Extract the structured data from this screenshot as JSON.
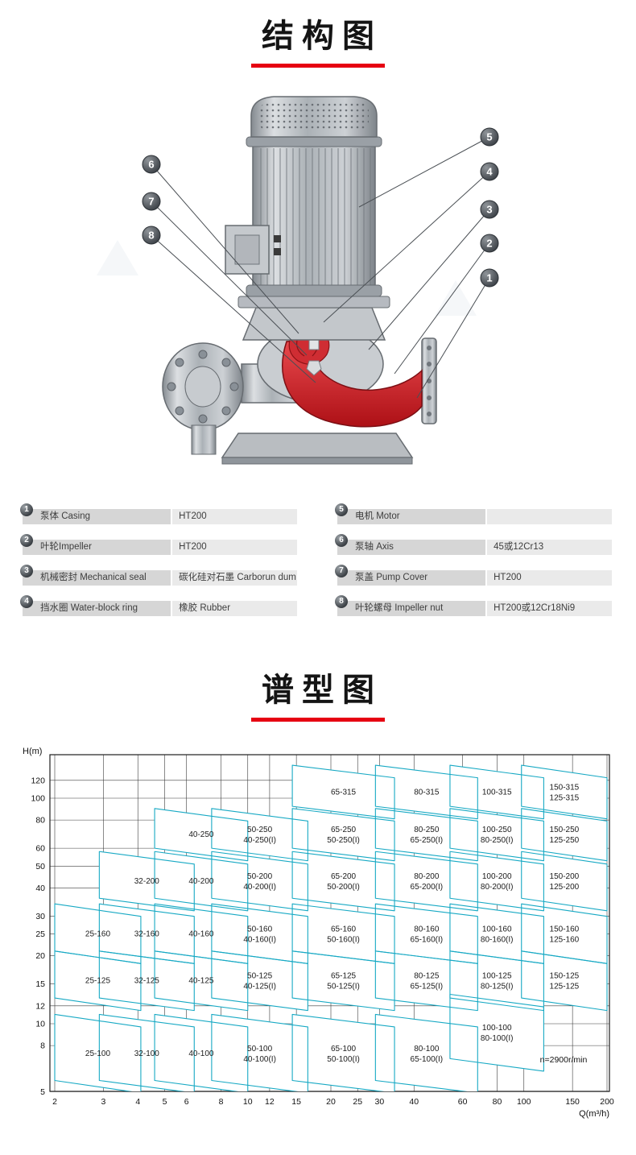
{
  "section1": {
    "title": "结构图"
  },
  "section2": {
    "title": "谱型图"
  },
  "accent_color": "#e60012",
  "diagram": {
    "description": "vertical-inline-pump-cutaway",
    "callouts": [
      "1",
      "2",
      "3",
      "4",
      "5",
      "6",
      "7",
      "8"
    ]
  },
  "parts_table": {
    "left": [
      {
        "no": "1",
        "name": "泵体 Casing",
        "material": "HT200"
      },
      {
        "no": "2",
        "name": "叶轮Impeller",
        "material": "HT200"
      },
      {
        "no": "3",
        "name": "机械密封 Mechanical seal",
        "material": "碳化硅对石墨 Carborun dum"
      },
      {
        "no": "4",
        "name": "挡水圈 Water-block ring",
        "material": "橡胶 Rubber"
      }
    ],
    "right": [
      {
        "no": "5",
        "name": "电机 Motor",
        "material": ""
      },
      {
        "no": "6",
        "name": "泵轴 Axis",
        "material": "45或12Cr13"
      },
      {
        "no": "7",
        "name": "泵盖 Pump Cover",
        "material": "HT200"
      },
      {
        "no": "8",
        "name": "叶轮螺母 Impeller nut",
        "material": "HT200或12Cr18Ni9"
      }
    ]
  },
  "chart_data": {
    "type": "area",
    "title": "谱型图",
    "xlabel": "Q(m³/h)",
    "ylabel": "H(m)",
    "x_scale": "log",
    "y_scale": "log",
    "xlim": [
      1.9,
      205
    ],
    "ylim": [
      5,
      150
    ],
    "x_ticks": [
      2,
      3,
      4,
      5,
      6,
      8,
      10,
      12,
      15,
      20,
      25,
      30,
      40,
      60,
      80,
      100,
      150,
      200
    ],
    "y_ticks": [
      120,
      100,
      80,
      60,
      50,
      40,
      30,
      25,
      20,
      15,
      12,
      10,
      8,
      5
    ],
    "annotation": "n=2900r/min",
    "line_color": "#17a9c4",
    "grid": true,
    "regions": [
      {
        "labels": [
          "65-315"
        ],
        "q": [
          14.5,
          34
        ],
        "h": [
          92,
          140
        ]
      },
      {
        "labels": [
          "80-315"
        ],
        "q": [
          29,
          68
        ],
        "h": [
          92,
          140
        ]
      },
      {
        "labels": [
          "100-315"
        ],
        "q": [
          54,
          118
        ],
        "h": [
          92,
          140
        ]
      },
      {
        "labels": [
          "150-315",
          "125-315"
        ],
        "q": [
          98,
          200
        ],
        "h": [
          92,
          140
        ]
      },
      {
        "labels": [
          "40-250"
        ],
        "q": [
          4.6,
          10
        ],
        "h": [
          60,
          90
        ]
      },
      {
        "labels": [
          "50-250",
          "40-250(I)"
        ],
        "q": [
          7.4,
          16.5
        ],
        "h": [
          60,
          90
        ]
      },
      {
        "labels": [
          "65-250",
          "50-250(I)"
        ],
        "q": [
          14.5,
          34
        ],
        "h": [
          60,
          90
        ]
      },
      {
        "labels": [
          "80-250",
          "65-250(I)"
        ],
        "q": [
          29,
          68
        ],
        "h": [
          60,
          90
        ]
      },
      {
        "labels": [
          "100-250",
          "80-250(I)"
        ],
        "q": [
          54,
          118
        ],
        "h": [
          60,
          90
        ]
      },
      {
        "labels": [
          "150-250",
          "125-250"
        ],
        "q": [
          98,
          200
        ],
        "h": [
          60,
          90
        ]
      },
      {
        "labels": [
          "32-200"
        ],
        "q": [
          2.9,
          6.4
        ],
        "h": [
          36,
          58
        ]
      },
      {
        "labels": [
          "40-200"
        ],
        "q": [
          4.6,
          10
        ],
        "h": [
          36,
          58
        ]
      },
      {
        "labels": [
          "50-200",
          "40-200(I)"
        ],
        "q": [
          7.4,
          16.5
        ],
        "h": [
          36,
          58
        ]
      },
      {
        "labels": [
          "65-200",
          "50-200(I)"
        ],
        "q": [
          14.5,
          34
        ],
        "h": [
          36,
          58
        ]
      },
      {
        "labels": [
          "80-200",
          "65-200(I)"
        ],
        "q": [
          29,
          68
        ],
        "h": [
          36,
          58
        ]
      },
      {
        "labels": [
          "100-200",
          "80-200(I)"
        ],
        "q": [
          54,
          118
        ],
        "h": [
          36,
          58
        ]
      },
      {
        "labels": [
          "150-200",
          "125-200"
        ],
        "q": [
          98,
          200
        ],
        "h": [
          36,
          58
        ]
      },
      {
        "labels": [
          "25-160"
        ],
        "q": [
          2.0,
          4.1
        ],
        "h": [
          21,
          34
        ]
      },
      {
        "labels": [
          "32-160"
        ],
        "q": [
          2.9,
          6.4
        ],
        "h": [
          21,
          34
        ]
      },
      {
        "labels": [
          "40-160"
        ],
        "q": [
          4.6,
          10
        ],
        "h": [
          21,
          34
        ]
      },
      {
        "labels": [
          "50-160",
          "40-160(I)"
        ],
        "q": [
          7.4,
          16.5
        ],
        "h": [
          21,
          34
        ]
      },
      {
        "labels": [
          "65-160",
          "50-160(I)"
        ],
        "q": [
          14.5,
          34
        ],
        "h": [
          21,
          34
        ]
      },
      {
        "labels": [
          "80-160",
          "65-160(I)"
        ],
        "q": [
          29,
          68
        ],
        "h": [
          21,
          34
        ]
      },
      {
        "labels": [
          "100-160",
          "80-160(I)"
        ],
        "q": [
          54,
          118
        ],
        "h": [
          21,
          34
        ]
      },
      {
        "labels": [
          "150-160",
          "125-160"
        ],
        "q": [
          98,
          200
        ],
        "h": [
          21,
          34
        ]
      },
      {
        "labels": [
          "25-125"
        ],
        "q": [
          2.0,
          4.1
        ],
        "h": [
          13,
          21
        ]
      },
      {
        "labels": [
          "32-125"
        ],
        "q": [
          2.9,
          6.4
        ],
        "h": [
          13,
          21
        ]
      },
      {
        "labels": [
          "40-125"
        ],
        "q": [
          4.6,
          10
        ],
        "h": [
          13,
          21
        ]
      },
      {
        "labels": [
          "50-125",
          "40-125(I)"
        ],
        "q": [
          7.4,
          16.5
        ],
        "h": [
          13,
          21
        ]
      },
      {
        "labels": [
          "65-125",
          "50-125(I)"
        ],
        "q": [
          14.5,
          34
        ],
        "h": [
          13,
          21
        ]
      },
      {
        "labels": [
          "80-125",
          "65-125(I)"
        ],
        "q": [
          29,
          68
        ],
        "h": [
          13,
          21
        ]
      },
      {
        "labels": [
          "100-125",
          "80-125(I)"
        ],
        "q": [
          54,
          118
        ],
        "h": [
          13,
          21
        ]
      },
      {
        "labels": [
          "150-125",
          "125-125"
        ],
        "q": [
          98,
          200
        ],
        "h": [
          13,
          21
        ]
      },
      {
        "labels": [
          "25-100"
        ],
        "q": [
          2.0,
          4.1
        ],
        "h": [
          5.6,
          11
        ]
      },
      {
        "labels": [
          "32-100"
        ],
        "q": [
          2.9,
          6.4
        ],
        "h": [
          5.6,
          11
        ]
      },
      {
        "labels": [
          "40-100"
        ],
        "q": [
          4.6,
          10
        ],
        "h": [
          5.6,
          11
        ]
      },
      {
        "labels": [
          "50-100",
          "40-100(I)"
        ],
        "q": [
          7.4,
          16.5
        ],
        "h": [
          5.6,
          11
        ]
      },
      {
        "labels": [
          "65-100",
          "50-100(I)"
        ],
        "q": [
          14.5,
          34
        ],
        "h": [
          5.6,
          11
        ]
      },
      {
        "labels": [
          "80-100",
          "65-100(I)"
        ],
        "q": [
          29,
          68
        ],
        "h": [
          5.6,
          11
        ]
      },
      {
        "labels": [
          "100-100",
          "80-100(I)"
        ],
        "q": [
          54,
          118
        ],
        "h": [
          7,
          13.5
        ]
      }
    ]
  }
}
